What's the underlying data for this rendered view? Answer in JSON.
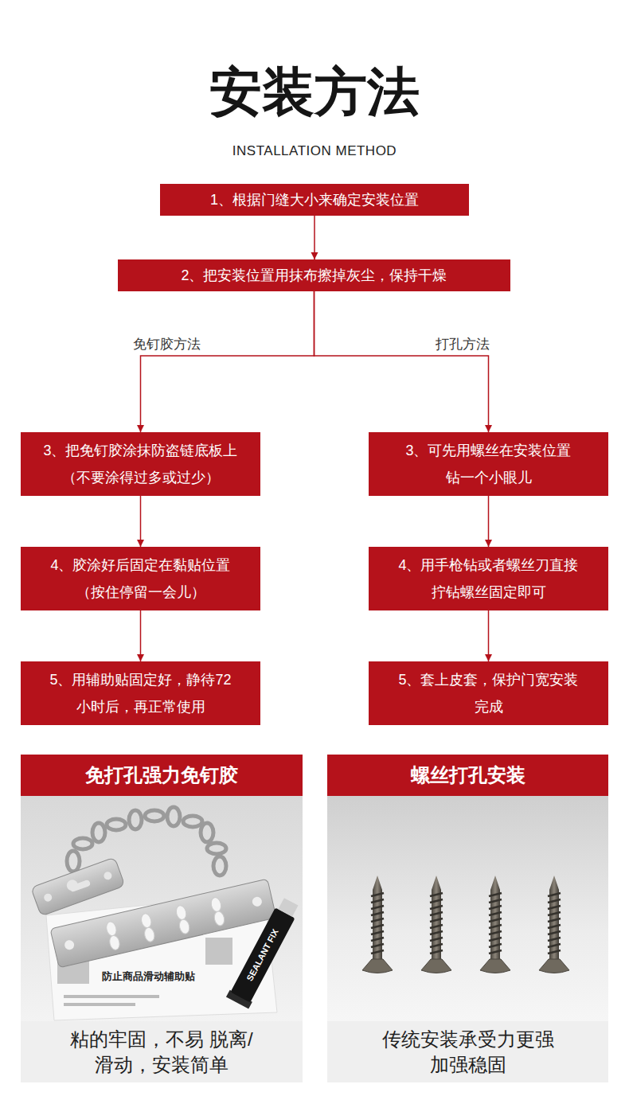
{
  "diagram": {
    "title": "安装方法",
    "nodes": [
      {
        "text": [
          "1、根据门缝大小来确定安装位置"
        ]
      },
      {
        "text": [
          "2、把安装位置用抹布擦掉灰尘，保持干燥"
        ]
      },
      {
        "text": [
          "3、把免钉胶涂抹防盗链底板上 （不要涂得过多或过少）"
        ]
      },
      {
        "text": [
          "3、可先用螺丝在安装位置 钻一个小眼儿"
        ]
      },
      {
        "text": [
          "4、胶涂好后固定在黏贴位置 （按住停留一会儿）"
        ]
      },
      {
        "text": [
          "4、用手枪钻或者螺丝刀直接 拧钻螺丝固定即可"
        ]
      },
      {
        "text": [
          "5、用辅助贴固定好，静待72 小时后，再正常使用"
        ]
      },
      {
        "text": [
          "5、套上皮套，保护门宽安装 完成"
        ]
      },
      {
        "text": [
          "免打孔强力免钉胶",
          "粘的牢固，不易 脱离/滑动，安装简单"
        ]
      },
      {
        "text": [
          "螺丝打孔安装",
          "传统安装承受力更强 加强稳固"
        ]
      }
    ],
    "edges": [
      {
        "from": 0,
        "to": 1,
        "arrow": "to"
      },
      {
        "from": 1,
        "to": 2,
        "label": "免钉胶方法",
        "arrow": "to"
      },
      {
        "from": 1,
        "to": 3,
        "label": "打孔方法",
        "arrow": "to"
      },
      {
        "from": 2,
        "to": 4,
        "arrow": "to"
      },
      {
        "from": 4,
        "to": 6,
        "arrow": "to"
      },
      {
        "from": 3,
        "to": 5,
        "arrow": "to"
      },
      {
        "from": 5,
        "to": 7,
        "arrow": "to"
      }
    ],
    "labels": [
      "INSTALLATION METHOD",
      "防止商品滑动辅助贴",
      "SEALANT FIX"
    ]
  }
}
